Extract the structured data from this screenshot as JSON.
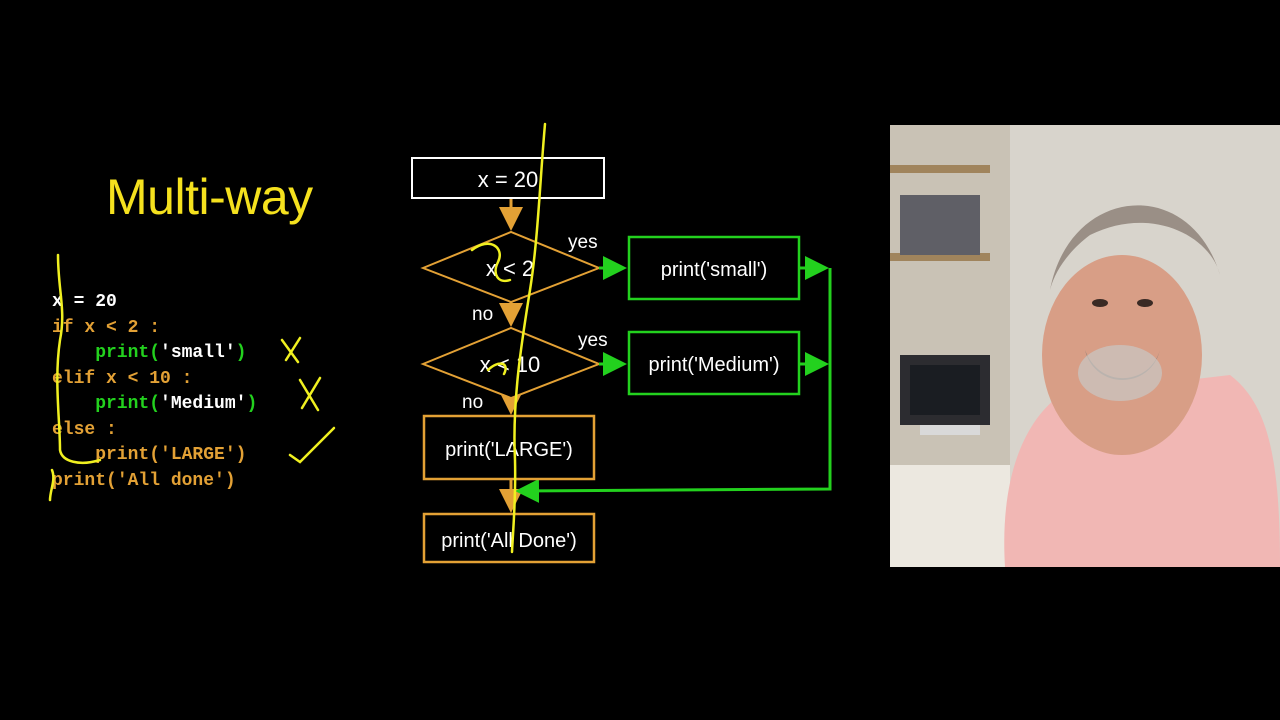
{
  "slide": {
    "title": "Multi-way"
  },
  "code": {
    "lines": [
      {
        "parts": [
          {
            "t": "x = 20",
            "c": "tx"
          }
        ]
      },
      {
        "parts": [
          {
            "t": "if x < 2 :",
            "c": "kw"
          }
        ]
      },
      {
        "parts": [
          {
            "t": "    print(",
            "c": "gr"
          },
          {
            "t": "'small'",
            "c": "tx"
          },
          {
            "t": ")",
            "c": "gr"
          }
        ]
      },
      {
        "parts": [
          {
            "t": "elif x < 10 :",
            "c": "kw"
          }
        ]
      },
      {
        "parts": [
          {
            "t": "    print(",
            "c": "gr"
          },
          {
            "t": "'Medium'",
            "c": "tx"
          },
          {
            "t": ")",
            "c": "gr"
          }
        ]
      },
      {
        "parts": [
          {
            "t": "else :",
            "c": "kw"
          }
        ]
      },
      {
        "parts": [
          {
            "t": "    print(",
            "c": "kw"
          },
          {
            "t": "'LARGE'",
            "c": "kw"
          },
          {
            "t": ")",
            "c": "kw"
          }
        ]
      },
      {
        "parts": [
          {
            "t": "print(",
            "c": "kw"
          },
          {
            "t": "'All done'",
            "c": "kw"
          },
          {
            "t": ")",
            "c": "kw"
          }
        ]
      }
    ]
  },
  "flowchart": {
    "start": "x = 20",
    "cond1": "x < 2",
    "cond2": "x < 10",
    "small": "print('small')",
    "medium": "print('Medium')",
    "large": "print('LARGE')",
    "done": "print('All Done')",
    "yes1": "yes",
    "yes2": "yes",
    "no1": "no",
    "no2": "no"
  },
  "colors": {
    "yellow_title": "#f5e11e",
    "orange": "#e3a135",
    "green": "#23d11e",
    "white": "#ffffff",
    "annotation": "#f0f020"
  },
  "webcam": {
    "icon": "presenter-video"
  }
}
